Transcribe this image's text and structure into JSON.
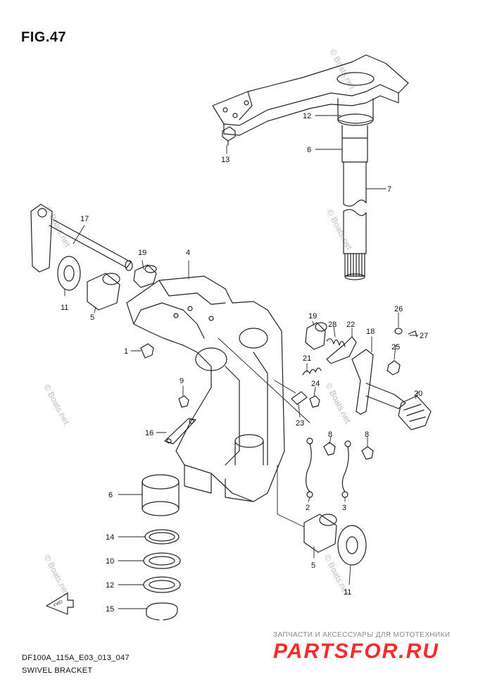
{
  "figure": {
    "title": "FIG.47",
    "code": "DF100A_115A_E03_013_047",
    "name": "SWIVEL BRACKET"
  },
  "watermark": "© Boats.net",
  "fwd_label": "FWD",
  "banner": {
    "subtitle": "ЗАПЧАСТИ И АКСЕССУАРЫ ДЛЯ МОТОТЕХНИКИ",
    "brand": "PARTSFOR.RU"
  },
  "callouts": [
    "12",
    "6",
    "7",
    "13",
    "17",
    "19",
    "4",
    "11",
    "5",
    "1",
    "9",
    "16",
    "19",
    "28",
    "22",
    "26",
    "27",
    "18",
    "25",
    "21",
    "24",
    "23",
    "20",
    "8",
    "8",
    "2",
    "3",
    "6",
    "14",
    "10",
    "12",
    "15",
    "5",
    "11"
  ]
}
